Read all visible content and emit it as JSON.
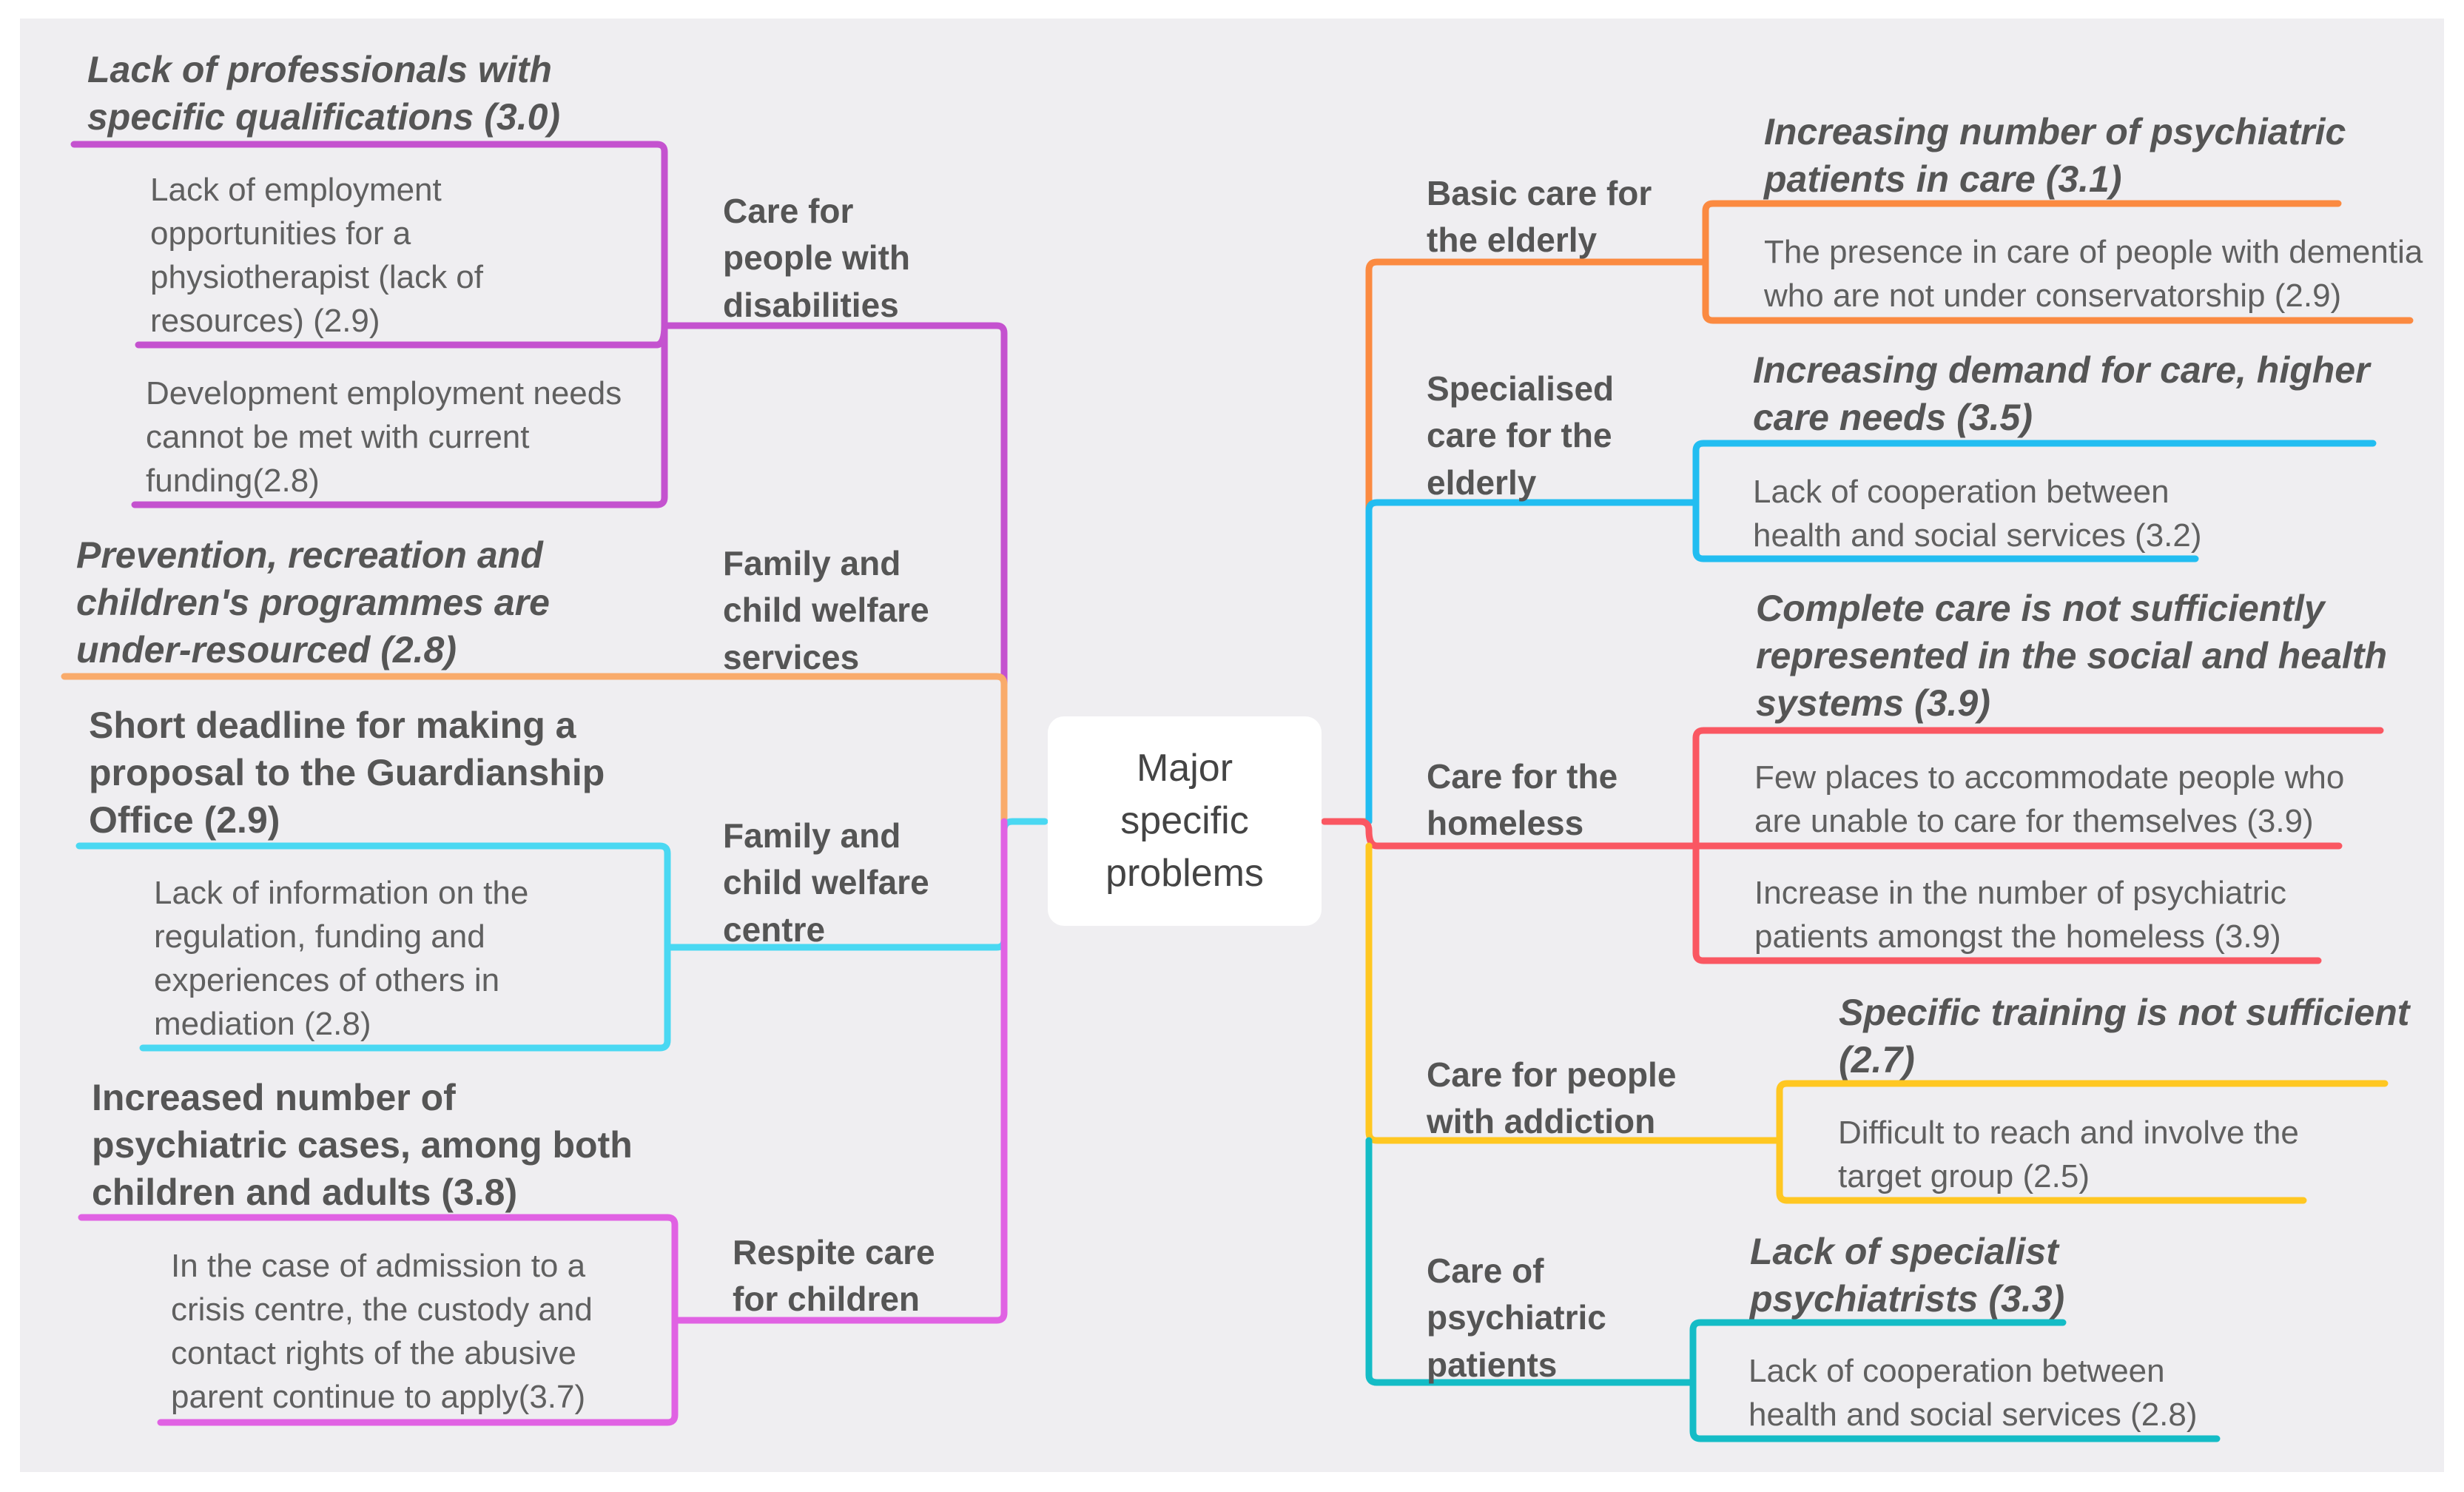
{
  "root": "Major\nspecific\nproblems",
  "colors": {
    "purple": "#c452cf",
    "orange": "#f9ab6b",
    "cyan_left": "#4ad8f2",
    "pink": "#e062e3",
    "orange_right": "#fb8a41",
    "blue": "#22bdf1",
    "red": "#fa5762",
    "yellow": "#ffc722",
    "teal": "#14bcc6"
  },
  "branches": {
    "disabilities": {
      "label": "Care for\npeople with\ndisabilities",
      "topics": [
        {
          "text": "Lack of professionals with\nspecific qualifications (3.0)",
          "style": "bold-italic"
        },
        {
          "text": "Lack of employment\nopportunities for a\nphysiotherapist (lack of\nresources) (2.9)",
          "style": "normal"
        },
        {
          "text": "Development employment needs\ncannot be met with current\nfunding(2.8)",
          "style": "normal"
        }
      ]
    },
    "family_services": {
      "label": "Family and\nchild welfare\nservices",
      "topics": [
        {
          "text": "Prevention, recreation and\nchildren's programmes are\nunder-resourced (2.8)",
          "style": "bold-italic"
        }
      ]
    },
    "family_centre": {
      "label": "Family and\nchild welfare\ncentre",
      "topics": [
        {
          "text": "Short deadline for making a\nproposal to the Guardianship\nOffice (2.9)",
          "style": "bold"
        },
        {
          "text": "Lack of information on the\nregulation, funding and\nexperiences of others in\nmediation (2.8)",
          "style": "normal"
        }
      ]
    },
    "respite": {
      "label": "Respite care\nfor children",
      "topics": [
        {
          "text": "Increased number of\npsychiatric cases, among both\nchildren and adults (3.8)",
          "style": "bold"
        },
        {
          "text": "In the case of admission to a\ncrisis centre, the custody and\ncontact rights of the abusive\nparent continue to apply(3.7)",
          "style": "normal"
        }
      ]
    },
    "elderly_basic": {
      "label": "Basic care for\nthe elderly",
      "topics": [
        {
          "text": "Increasing number of psychiatric\npatients in care (3.1)",
          "style": "bold-italic"
        },
        {
          "text": "The presence in care of people with dementia\nwho are not under conservatorship (2.9)",
          "style": "normal"
        }
      ]
    },
    "elderly_special": {
      "label": "Specialised\ncare for the\nelderly",
      "topics": [
        {
          "text": "Increasing demand for care, higher\ncare needs (3.5)",
          "style": "bold-italic"
        },
        {
          "text": "Lack of cooperation between\nhealth and social services (3.2)",
          "style": "normal"
        }
      ]
    },
    "homeless": {
      "label": "Care for the\nhomeless",
      "topics": [
        {
          "text": "Complete care is not sufficiently\nrepresented in the social and health\nsystems (3.9)",
          "style": "bold-italic"
        },
        {
          "text": "Few places to accommodate people who\nare unable to care for themselves (3.9)",
          "style": "normal"
        },
        {
          "text": "Increase in the number of psychiatric\npatients amongst the homeless (3.9)",
          "style": "normal"
        }
      ]
    },
    "addiction": {
      "label": "Care for people\nwith addiction",
      "topics": [
        {
          "text": "Specific training is not sufficient\n(2.7)",
          "style": "bold-italic"
        },
        {
          "text": "Difficult to reach and involve the\ntarget group (2.5)",
          "style": "normal"
        }
      ]
    },
    "psychiatric": {
      "label": "Care of\npsychiatric\npatients",
      "topics": [
        {
          "text": "Lack of specialist\npsychiatrists (3.3)",
          "style": "bold-italic"
        },
        {
          "text": "Lack of cooperation between\nhealth and social services (2.8)",
          "style": "normal"
        }
      ]
    }
  }
}
